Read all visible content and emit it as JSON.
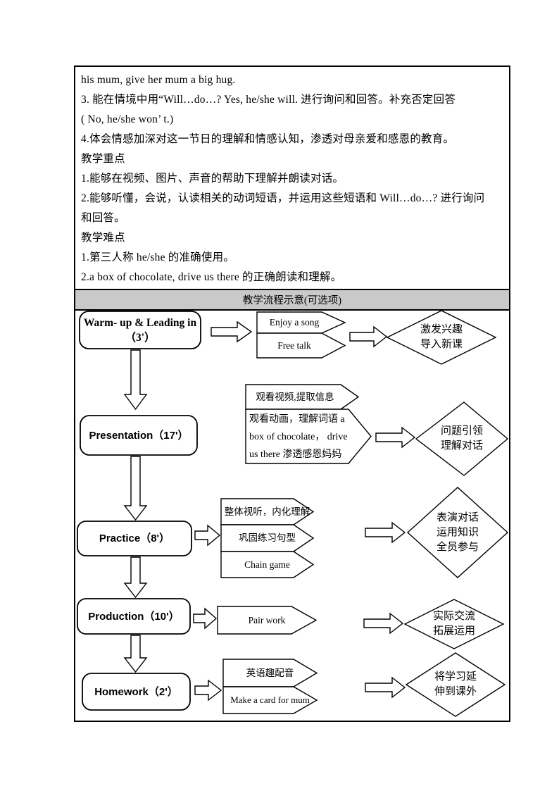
{
  "page": {
    "body_lines": [
      "his mum, give her mum a big hug.",
      "3. 能在情境中用“Will…do…? Yes, he/she will. 进行询问和回答。补充否定回答",
      "( No, he/she won’ t.)",
      "4.体会情感加深对这一节日的理解和情感认知，渗透对母亲爱和感恩的教育。",
      "教学重点",
      "1.能够在视频、图片、声音的帮助下理解并朗读对话。",
      "2.能够听懂，会说，认读相关的动词短语，并运用这些短语和 Will…do…? 进行询问",
      "和回答。",
      "教学难点",
      "1.第三人称 he/she 的准确使用。",
      "2.a box of chocolate, drive us there 的正确朗读和理解。"
    ],
    "section_header": "教学流程示意(可选项)"
  },
  "flowchart": {
    "warmup": {
      "title": "Warm- up & Leading in",
      "time": "（3'）",
      "step1": "Enjoy a song",
      "step2": "Free talk",
      "outcome1": "激发兴趣",
      "outcome2": "导入新课"
    },
    "presentation": {
      "title": "Presentation（17'）",
      "step1": "观看视频,提取信息",
      "step2_line1": "观看动画，理解词语 a",
      "step2_line2": "box of chocolate， drive",
      "step2_line3": "us there 渗透感恩妈妈",
      "outcome1": "问题引领",
      "outcome2": "理解对话"
    },
    "practice": {
      "title": "Practice（8'）",
      "step1": "整体视听，内化理解",
      "step2": "巩固练习句型",
      "step3": "Chain game",
      "outcome1": "表演对话",
      "outcome2": "运用知识",
      "outcome3": "全员参与"
    },
    "production": {
      "title": "Production（10'）",
      "step1": "Pair work",
      "outcome1": "实际交流",
      "outcome2": "拓展运用"
    },
    "homework": {
      "title": "Homework（2'）",
      "step1": "英语趣配音",
      "step2": "Make a card for mum",
      "outcome1": "将学习延",
      "outcome2": "伸到课外"
    }
  }
}
